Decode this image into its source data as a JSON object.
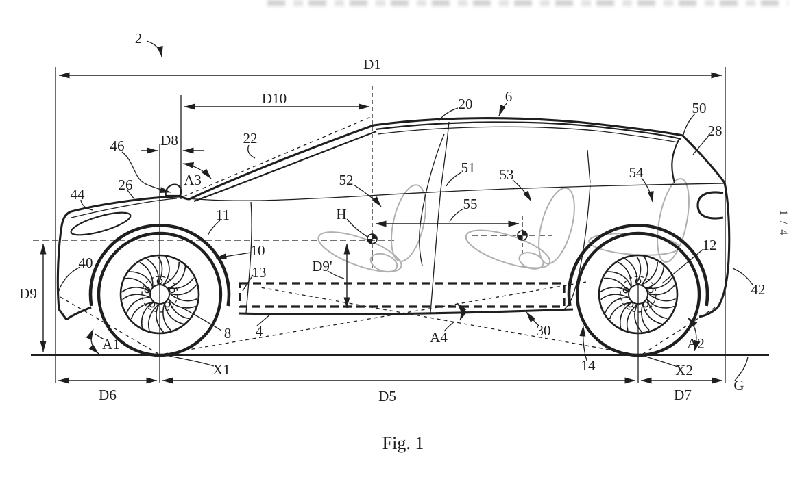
{
  "figure": {
    "caption": "Fig. 1",
    "page_indicator": "1 / 4"
  },
  "colors": {
    "line": "#1f1f1f",
    "seat_outline": "#b0b0b0",
    "background": "#ffffff"
  },
  "labels": {
    "ref2": "2",
    "d1": "D1",
    "d10": "D10",
    "d8": "D8",
    "n46": "46",
    "n22": "22",
    "n26": "26",
    "n44": "44",
    "a3": "A3",
    "n20": "20",
    "n6": "6",
    "n50": "50",
    "n28": "28",
    "n51": "51",
    "n52": "52",
    "n53": "53",
    "n54": "54",
    "n55": "55",
    "h": "H",
    "n11": "11",
    "n10": "10",
    "n13": "13",
    "d9p": "D9'",
    "n40": "40",
    "d9": "D9",
    "a1": "A1",
    "n8": "8",
    "n4": "4",
    "x1": "X1",
    "d6": "D6",
    "d5": "D5",
    "a4": "A4",
    "n30": "30",
    "n14": "14",
    "a2": "A2",
    "x2": "X2",
    "d7": "D7",
    "g": "G",
    "n12": "12",
    "n42": "42"
  }
}
